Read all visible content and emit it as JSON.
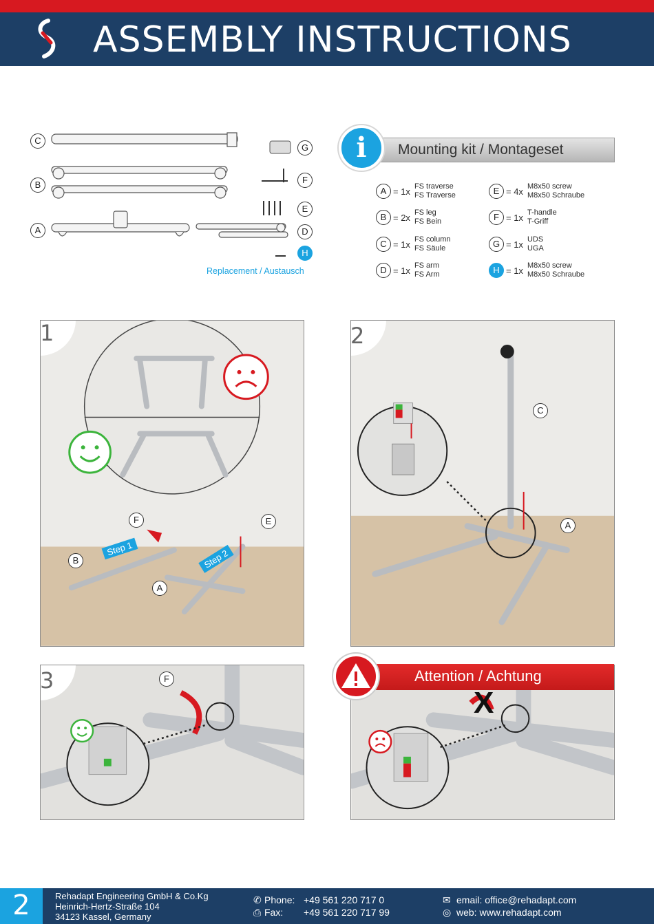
{
  "header": {
    "title": "ASSEMBLY  INSTRUCTIONS"
  },
  "parts": {
    "letters": [
      "C",
      "B",
      "A",
      "G",
      "F",
      "E",
      "D",
      "H"
    ],
    "replacement": "Replacement / Austausch"
  },
  "kit": {
    "title": "Mounting kit / Montageset",
    "badge": "i",
    "items": [
      {
        "letter": "A",
        "qty": "= 1x",
        "en": "FS traverse",
        "de": "FS Traverse"
      },
      {
        "letter": "B",
        "qty": "= 2x",
        "en": "FS leg",
        "de": "FS Bein"
      },
      {
        "letter": "C",
        "qty": "= 1x",
        "en": "FS column",
        "de": "FS Säule"
      },
      {
        "letter": "D",
        "qty": "= 1x",
        "en": "FS arm",
        "de": "FS Arm"
      },
      {
        "letter": "E",
        "qty": "= 4x",
        "en": "M8x50 screw",
        "de": "M8x50 Schraube"
      },
      {
        "letter": "F",
        "qty": "= 1x",
        "en": "T-handle",
        "de": "T-Griff"
      },
      {
        "letter": "G",
        "qty": "= 1x",
        "en": "UDS",
        "de": "UGA"
      },
      {
        "letter": "H",
        "qty": "= 1x",
        "en": "M8x50 screw",
        "de": "M8x50 Schraube"
      }
    ]
  },
  "steps": {
    "s1": {
      "num": "1",
      "step1": "Step 1",
      "step2": "Step 2",
      "labels": [
        "F",
        "E",
        "B",
        "A"
      ]
    },
    "s2": {
      "num": "2",
      "labels": [
        "C",
        "A"
      ]
    },
    "s3": {
      "num": "3",
      "labels": [
        "F"
      ]
    },
    "s4": {
      "attention": "Attention / Achtung",
      "mark": "X"
    }
  },
  "footer": {
    "page": "2",
    "company": "Rehadapt Engineering GmbH & Co.Kg",
    "street": "Heinrich-Hertz-Straße 104",
    "city": "34123 Kassel, Germany",
    "phone_label": "Phone:",
    "phone": "+49 561 220 717 0",
    "fax_label": "Fax:",
    "fax": "+49 561 220 717 99",
    "email": "email: office@rehadapt.com",
    "web": "web: www.rehadapt.com"
  },
  "colors": {
    "navy": "#1d3f66",
    "red": "#d71920",
    "blue": "#1ba3e0",
    "green": "#3cb43c"
  }
}
